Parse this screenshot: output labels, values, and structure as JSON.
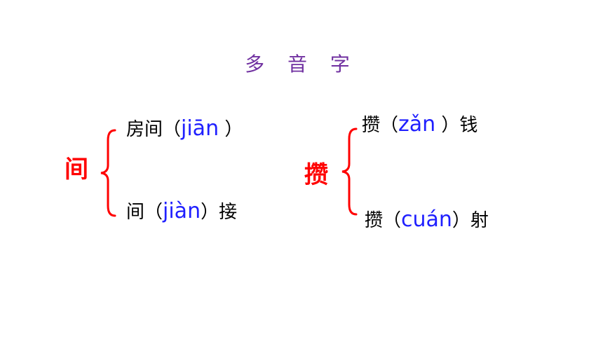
{
  "title": "多 音 字",
  "groups": [
    {
      "char": "间",
      "items": [
        {
          "pre": "房间（",
          "pinyin": "jiān",
          "post": " ）"
        },
        {
          "pre": "间（",
          "pinyin": "jiàn",
          "post": "）接"
        }
      ]
    },
    {
      "char": "攒",
      "items": [
        {
          "pre": "攒（",
          "pinyin": "zǎn",
          "post": " ）钱"
        },
        {
          "pre": "攒（",
          "pinyin": "cuán",
          "post": "）射"
        }
      ]
    }
  ],
  "colors": {
    "title": "#7030a0",
    "char": "#ff0000",
    "brace": "#ff0000",
    "pinyin": "#1f1fff",
    "text": "#000000"
  }
}
